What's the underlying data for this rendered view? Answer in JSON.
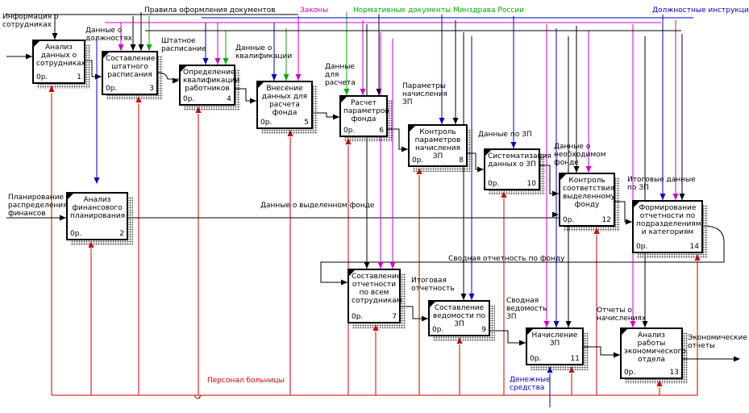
{
  "boxes": [
    {
      "id": 1,
      "title": "Анализ данных о сотрудниках",
      "cost": "0р."
    },
    {
      "id": 2,
      "title": "Анализ финансового планирования",
      "cost": "0р."
    },
    {
      "id": 3,
      "title": "Составление штатного расписания",
      "cost": "0р."
    },
    {
      "id": 4,
      "title": "Определение квалификации работников",
      "cost": "0р."
    },
    {
      "id": 5,
      "title": "Внесение данных для расчета фонда",
      "cost": "0р."
    },
    {
      "id": 6,
      "title": "Расчет параметров фонда",
      "cost": "0р."
    },
    {
      "id": 7,
      "title": "Составление отчетности по всем сотрудникам",
      "cost": "0р."
    },
    {
      "id": 8,
      "title": "Контроль параметров начисления ЗП",
      "cost": "0р."
    },
    {
      "id": 9,
      "title": "Составление ведомости по ЗП",
      "cost": "0р."
    },
    {
      "id": 10,
      "title": "Систематизация данных о ЗП",
      "cost": "0р."
    },
    {
      "id": 11,
      "title": "Начисление ЗП",
      "cost": "0р."
    },
    {
      "id": 12,
      "title": "Контроль соответствия выделенному фонду",
      "cost": "0р."
    },
    {
      "id": 13,
      "title": "Анализ работы экономического отдела",
      "cost": "0р."
    },
    {
      "id": 14,
      "title": "Формирование отчетности по подразделениям и категориям",
      "cost": "0р."
    }
  ],
  "arrow_labels": [
    {
      "key": "info_employees",
      "text": "Информация о\nсотрудниках",
      "color": "#000000"
    },
    {
      "key": "data_employees",
      "text": "Данные о\nдолжностях",
      "color": "#000000"
    },
    {
      "key": "doc_rules",
      "text": "Правила оформления документов",
      "color": "#000000"
    },
    {
      "key": "laws",
      "text": "Законы",
      "color": "#cc00cc"
    },
    {
      "key": "normative",
      "text": "Нормативные документы Минздрава России",
      "color": "#00aa00"
    },
    {
      "key": "job_instructions",
      "text": "Должностные инструкции",
      "color": "#0000cc"
    },
    {
      "key": "staff_schedule",
      "text": "Штатное\nрасписание",
      "color": "#000000"
    },
    {
      "key": "qualification_data",
      "text": "Данные о\nквалификации",
      "color": "#000000"
    },
    {
      "key": "calc_data",
      "text": "Данные\nдля\nрасчета",
      "color": "#000000"
    },
    {
      "key": "salary_params",
      "text": "Параметры\nначисления\nЗП",
      "color": "#000000"
    },
    {
      "key": "salary_data",
      "text": "Данные по ЗП",
      "color": "#000000"
    },
    {
      "key": "required_fund_data",
      "text": "Данные о\nнеобходимом\nфонде",
      "color": "#000000"
    },
    {
      "key": "summary_data",
      "text": "Итоговые данные\nпо ЗП",
      "color": "#000000"
    },
    {
      "key": "fin_planning",
      "text": "Планирование\nраспределения\nфинансов",
      "color": "#000000"
    },
    {
      "key": "allocated_fund",
      "text": "Данные о выделенном фонде",
      "color": "#000000"
    },
    {
      "key": "fund_report",
      "text": "Сводная отчетность по фонду",
      "color": "#000000"
    },
    {
      "key": "final_report",
      "text": "Итоговая\nотчетность",
      "color": "#000000"
    },
    {
      "key": "summary_statement",
      "text": "Сводная\nведомость\nЗП",
      "color": "#000000"
    },
    {
      "key": "accrual_reports",
      "text": "Отчеты о\nначислениях",
      "color": "#000000"
    },
    {
      "key": "economic_reports",
      "text": "Экономические\nотчеты",
      "color": "#000000"
    },
    {
      "key": "hospital_staff",
      "text": "Персонал больницы",
      "color": "#cc0000"
    },
    {
      "key": "cash_funds",
      "text": "Денежные\nсредства",
      "color": "#0000cc"
    }
  ]
}
